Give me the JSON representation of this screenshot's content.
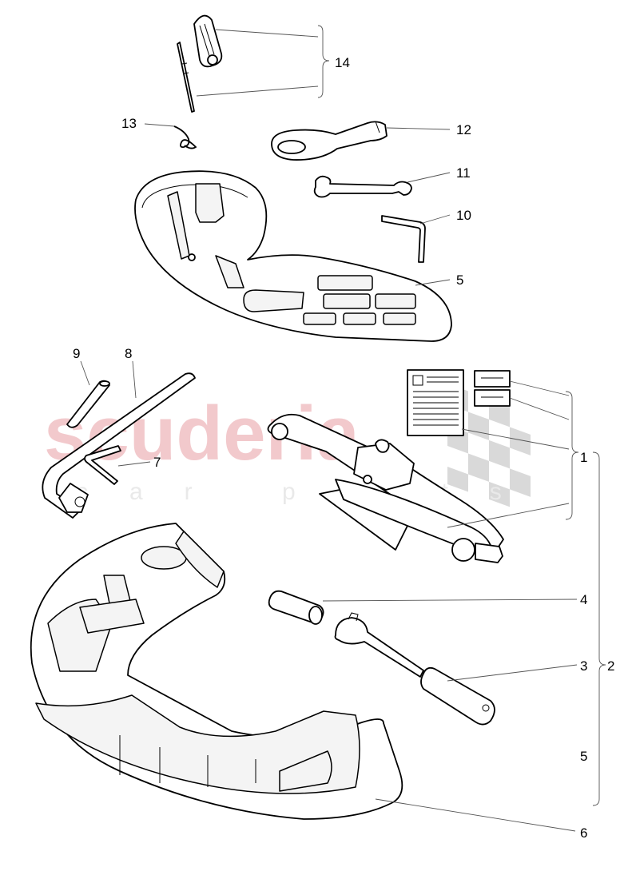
{
  "watermark": {
    "brand": "scuderia",
    "tagline": "car parts"
  },
  "callouts": [
    {
      "id": "c1",
      "text": "1"
    },
    {
      "id": "c2",
      "text": "2"
    },
    {
      "id": "c3",
      "text": "3"
    },
    {
      "id": "c4",
      "text": "4"
    },
    {
      "id": "c5a",
      "text": "5"
    },
    {
      "id": "c5b",
      "text": "5"
    },
    {
      "id": "c6",
      "text": "6"
    },
    {
      "id": "c7",
      "text": "7"
    },
    {
      "id": "c8",
      "text": "8"
    },
    {
      "id": "c9",
      "text": "9"
    },
    {
      "id": "c10",
      "text": "10"
    },
    {
      "id": "c11",
      "text": "11"
    },
    {
      "id": "c12",
      "text": "12"
    },
    {
      "id": "c13",
      "text": "13"
    },
    {
      "id": "c14",
      "text": "14"
    }
  ]
}
